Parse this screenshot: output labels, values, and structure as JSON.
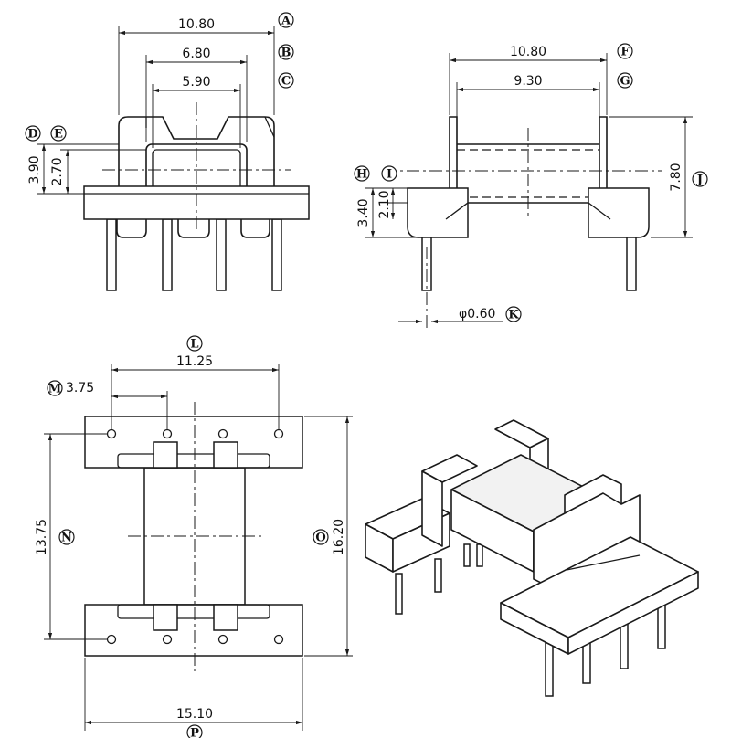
{
  "dimensions": {
    "front_overall_width": "10.80",
    "front_slot_width": "6.80",
    "front_inner_width": "5.90",
    "front_height_outer": "3.90",
    "front_height_inner": "2.70",
    "side_overall_width": "10.80",
    "side_winding_width": "9.30",
    "side_overall_height": "7.80",
    "side_flange_height": "3.40",
    "side_flange_inner": "2.10",
    "pin_diameter": "φ0.60",
    "top_pin_span": "11.25",
    "top_pin_pitch": "3.75",
    "top_body_length": "13.75",
    "top_overall_length": "16.20",
    "top_overall_width": "15.10"
  },
  "labels": {
    "A": "A",
    "B": "B",
    "C": "C",
    "D": "D",
    "E": "E",
    "F": "F",
    "G": "G",
    "H": "H",
    "I": "I",
    "J": "J",
    "K": "K",
    "L": "L",
    "M": "M",
    "N": "N",
    "O": "O",
    "P": "P"
  }
}
